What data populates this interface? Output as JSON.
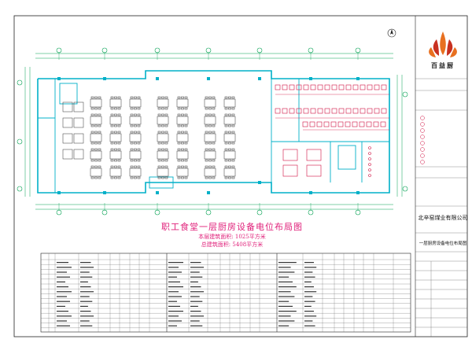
{
  "drawing": {
    "title": "职工食堂一层厨房设备电位布局图",
    "area_floor": "本层建筑面积: 1025平方米",
    "area_total": "总建筑面积: 5408平方米"
  },
  "title_block": {
    "brand": "百益厨",
    "company": "北辛窑煤业有限公司",
    "drawing_name": "一层厨房设备电位布局图"
  },
  "colors": {
    "wall": "#00b0c8",
    "dimension": "#00a050",
    "equipment": "#d01040",
    "furniture": "#303030",
    "title": "#e0207a",
    "logo_orange": "#e87020",
    "logo_red": "#c83020"
  }
}
